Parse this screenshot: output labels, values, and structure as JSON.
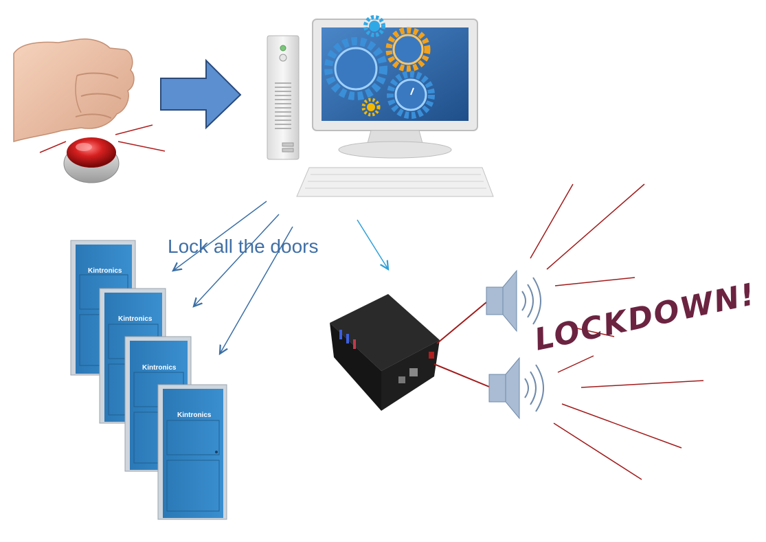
{
  "diagram": {
    "doors": [
      {
        "label": "Kintronics"
      },
      {
        "label": "Kintronics"
      },
      {
        "label": "Kintronics"
      },
      {
        "label": "Kintronics"
      }
    ],
    "caption": "Lock all the doors",
    "alert_text": "LOCKDOWN!",
    "colors": {
      "arrow_fill": "#5b8fd0",
      "arrow_stroke": "#2a4a7a",
      "door_blue": "#2d7fbf",
      "door_frame": "#c9cfd6",
      "connector_blue": "#3a6ea5",
      "connector_cyan": "#2ea0d8",
      "sound_red": "#a11a1a",
      "speaker": "#a9bcd4",
      "alert_text": "#6b2340",
      "button_red": "#d62020"
    },
    "icons": [
      "fist-icon",
      "panic-button-icon",
      "arrow-right-icon",
      "computer-icon",
      "gear-icon",
      "door-icon",
      "controller-box-icon",
      "speaker-icon"
    ]
  }
}
